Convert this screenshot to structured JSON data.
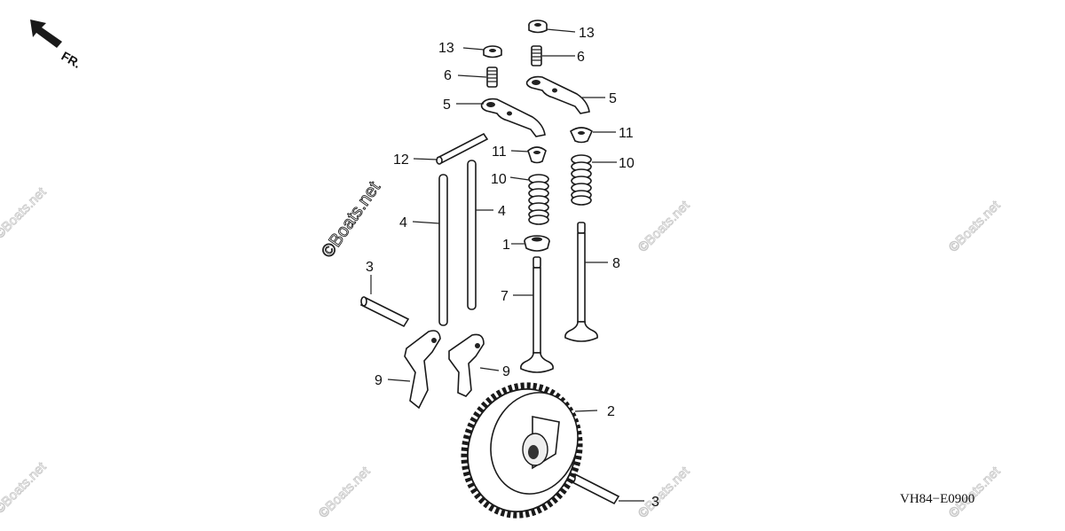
{
  "diagram": {
    "direction_label": "FR.",
    "diagram_code": "VH84−E0900",
    "watermark": "©Boats.net",
    "callouts": {
      "c13a": "13",
      "c13b": "13",
      "c6a": "6",
      "c6b": "6",
      "c5a": "5",
      "c5b": "5",
      "c11a": "11",
      "c11b": "11",
      "c10a": "10",
      "c10b": "10",
      "c12": "12",
      "c4a": "4",
      "c4b": "4",
      "c1": "1",
      "c8": "8",
      "c7": "7",
      "c3a": "3",
      "c3b": "3",
      "c9a": "9",
      "c9b": "9",
      "c2": "2"
    }
  }
}
